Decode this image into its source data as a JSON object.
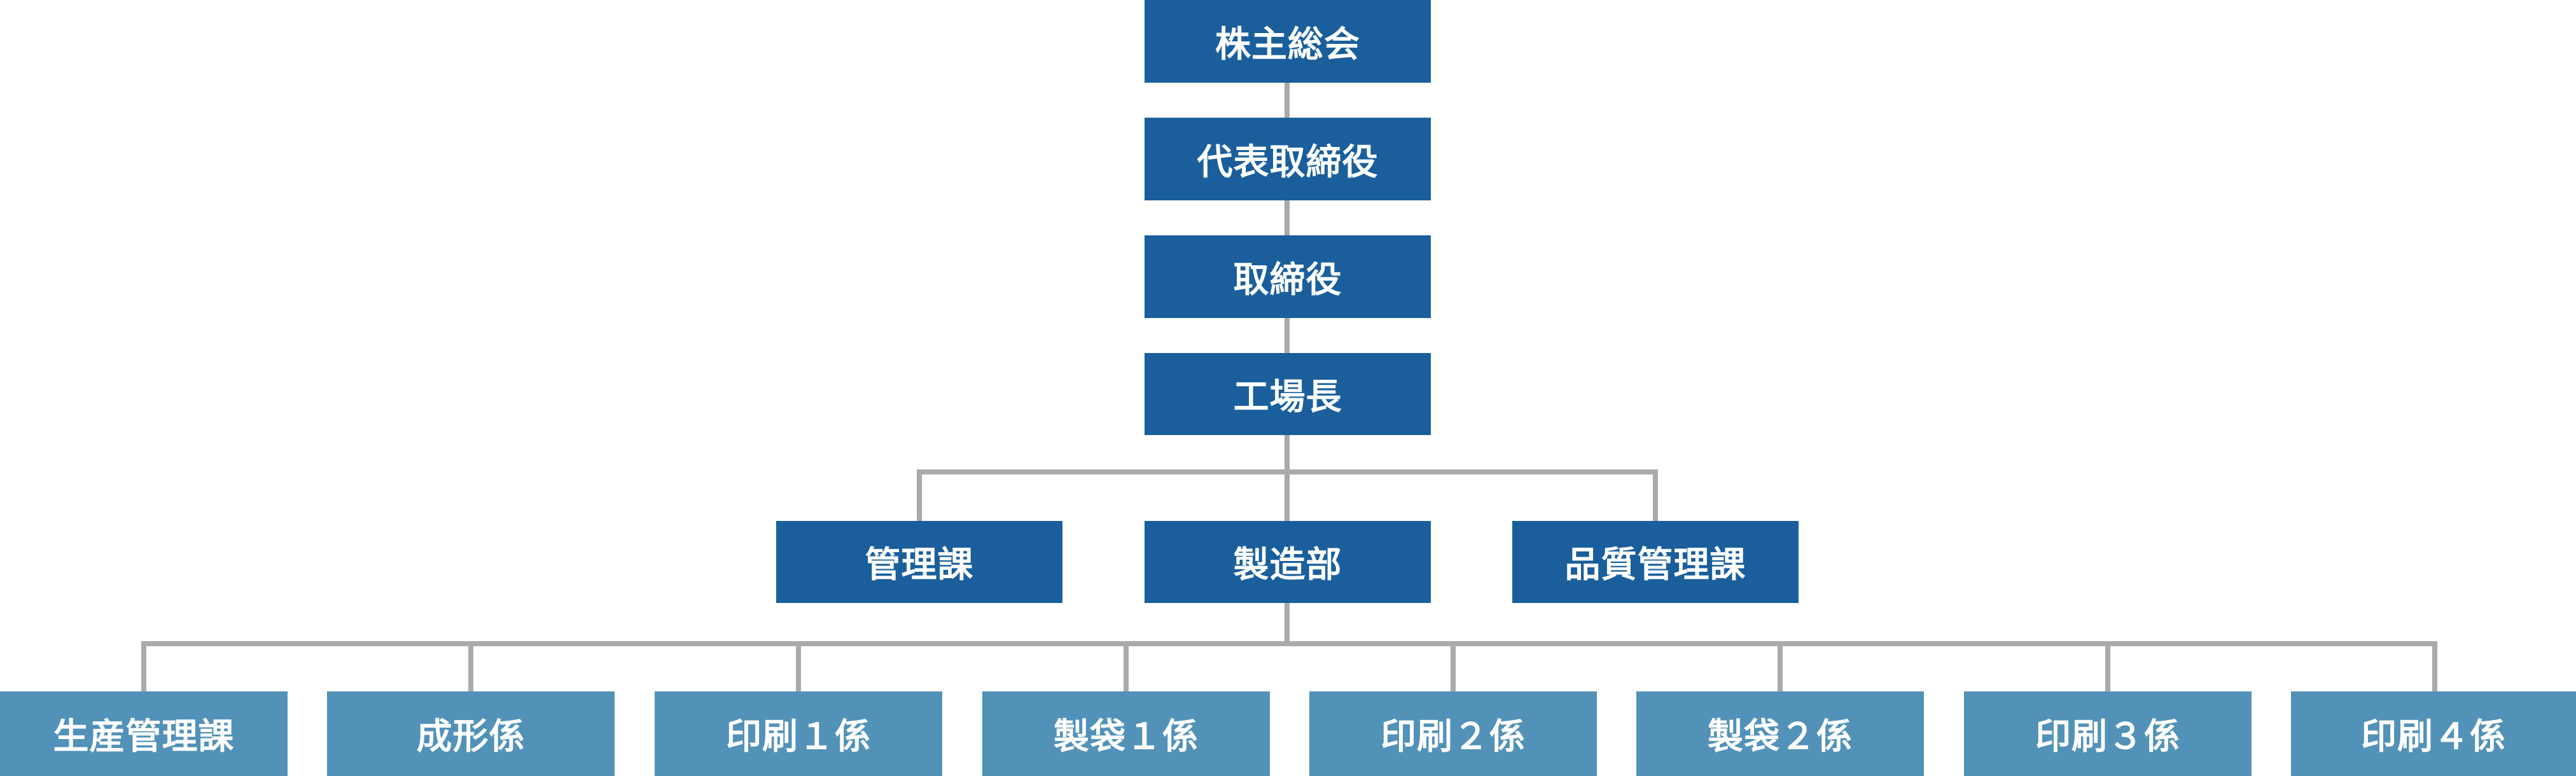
{
  "colors": {
    "box_dark": "#1a5f9c",
    "box_light": "#5292b8",
    "connector": "#aaaaaa",
    "text": "#ffffff"
  },
  "nodes": {
    "shareholders_meeting": "株主総会",
    "representative_director": "代表取締役",
    "director": "取締役",
    "factory_manager": "工場長",
    "management_section": "管理課",
    "manufacturing_department": "製造部",
    "quality_management_section": "品質管理課",
    "production_management_section": "生産管理課",
    "molding_unit": "成形係",
    "printing_unit_1": "印刷１係",
    "bag_making_unit_1": "製袋１係",
    "printing_unit_2": "印刷２係",
    "bag_making_unit_2": "製袋２係",
    "printing_unit_3": "印刷３係",
    "printing_unit_4": "印刷４係"
  }
}
